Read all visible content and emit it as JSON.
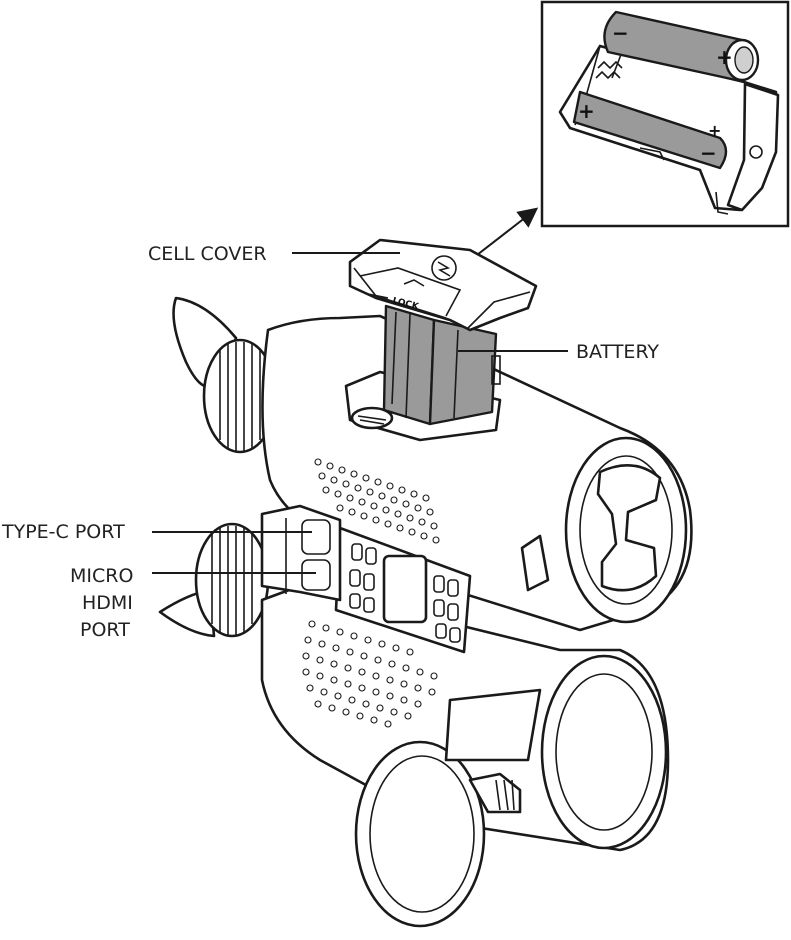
{
  "labels": {
    "cell_cover": "CELL COVER",
    "battery": "BATTERY",
    "type_c_port": "TYPE-C PORT",
    "micro_hdmi_port": [
      "MICRO",
      "HDMI",
      "PORT"
    ]
  },
  "cover_text": "LOCK",
  "battery_symbols": {
    "plus": "+",
    "minus": "−"
  },
  "colors": {
    "line": "#1a1a1a",
    "battery_fill": "#9a9a9a",
    "background": "#ffffff"
  }
}
